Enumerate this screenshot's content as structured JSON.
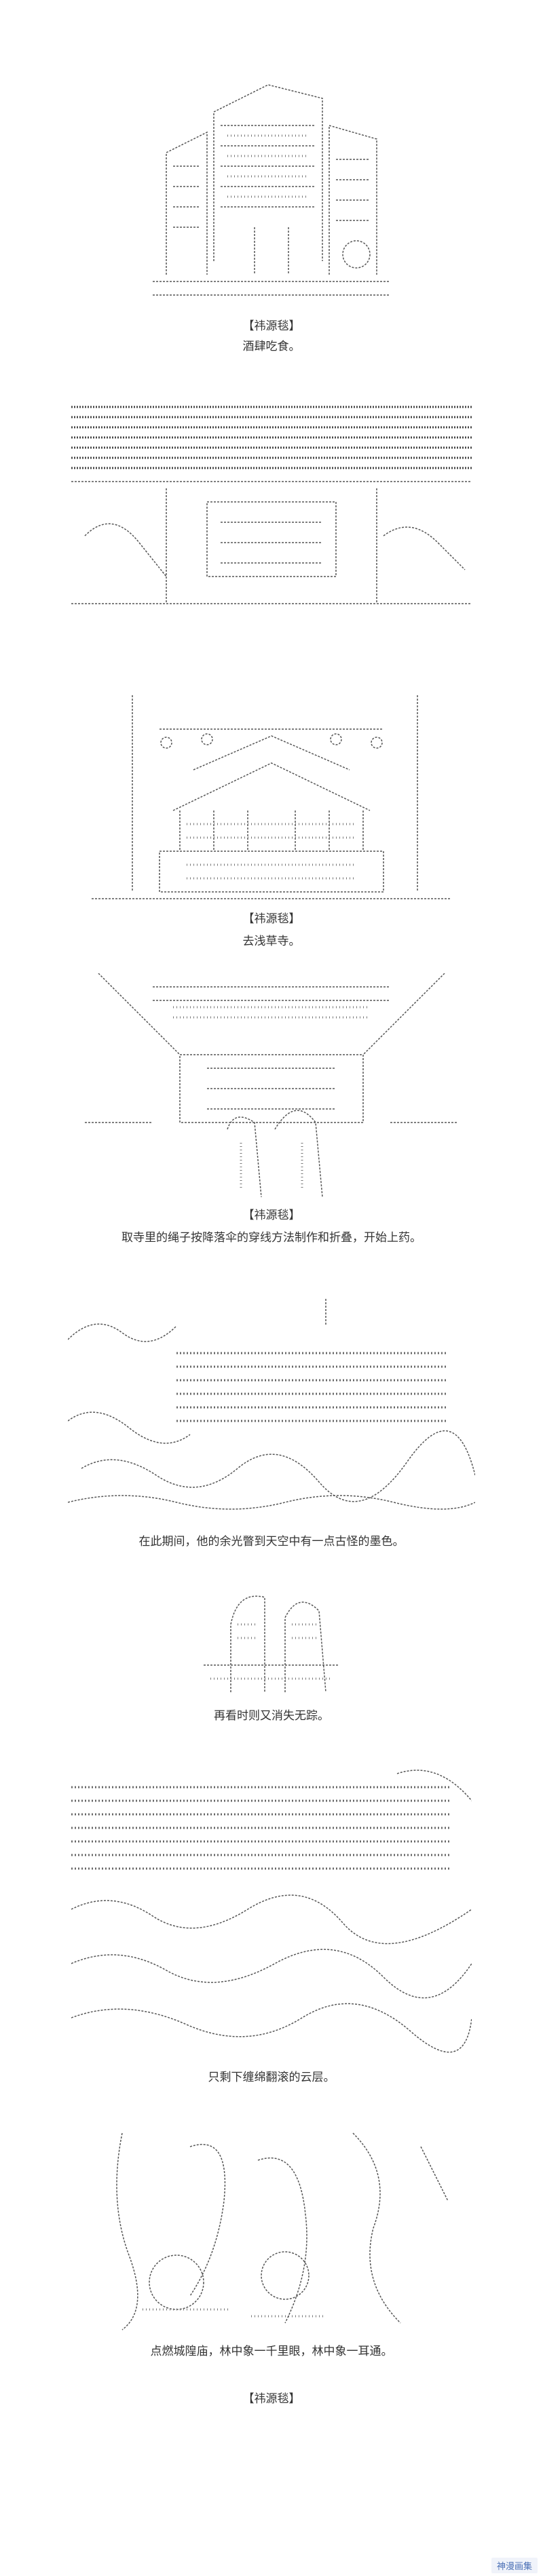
{
  "panels": [
    {
      "speaker": "【祎源毯】",
      "text": "酒肆吃食。"
    },
    {
      "speaker": "",
      "text": ""
    },
    {
      "speaker": "【祎源毯】",
      "text": "去浅草寺。"
    },
    {
      "speaker": "【祎源毯】",
      "text": "取寺里的绳子按降落伞的穿线方法制作和折叠，开始上药。"
    },
    {
      "speaker": "",
      "text": "在此期间，他的余光瞥到天空中有一点古怪的墨色。"
    },
    {
      "speaker": "",
      "text": "再看时则又消失无踪。"
    },
    {
      "speaker": "",
      "text": "只剩下缠绵翻滚的云层。"
    },
    {
      "speaker": "",
      "text": "点燃城隍庙，林中象一千里眼，林中象一耳通。"
    },
    {
      "speaker": "【祎源毯】",
      "text": ""
    }
  ],
  "watermark": "神漫画集"
}
